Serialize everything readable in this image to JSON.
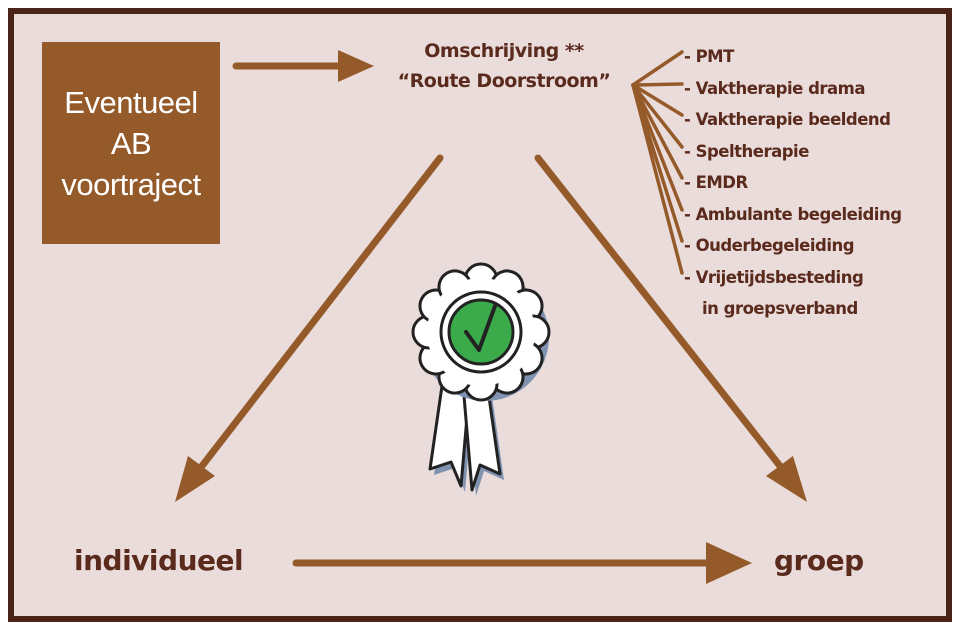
{
  "box": {
    "lines": [
      "Eventueel",
      "AB",
      "voortraject"
    ],
    "color": "#955a29"
  },
  "header": {
    "line1": "Omschrijving **",
    "line2": "“Route Doorstroom”"
  },
  "list": {
    "items": [
      "- PMT",
      "- Vaktherapie drama",
      "- Vaktherapie beeldend",
      "- Speltherapie",
      "- EMDR",
      "- Ambulante  begeleiding",
      "- Ouderbegeleiding",
      "- Vrijetijdsbesteding"
    ],
    "continuation": "in groepsverband"
  },
  "labels": {
    "left": "individueel",
    "right": "groep"
  },
  "colors": {
    "background": "#eadcdb",
    "border": "#4a2418",
    "arrow": "#955a29",
    "text": "#5a2a1c",
    "badge": "#3aaa4a"
  }
}
